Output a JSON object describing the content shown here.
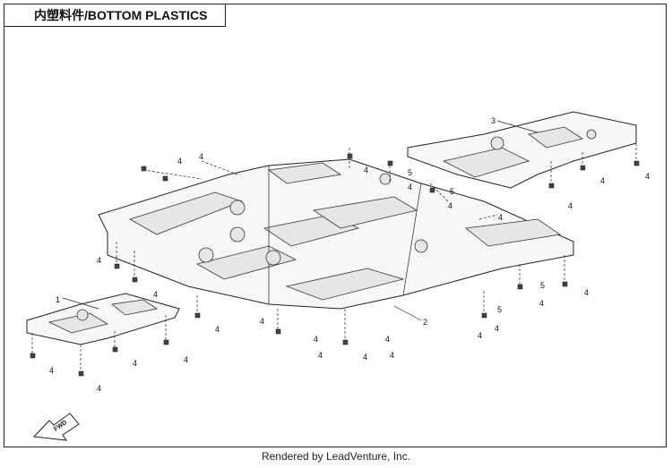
{
  "title": "内塑料件/BOTTOM PLASTICS",
  "footer": "Rendered by LeadVenture, Inc.",
  "fwd_label": "FWD",
  "callouts": {
    "part_1": "1",
    "part_2": "2",
    "part_3": "3",
    "fastener_4": "4",
    "fastener_5": "5"
  }
}
